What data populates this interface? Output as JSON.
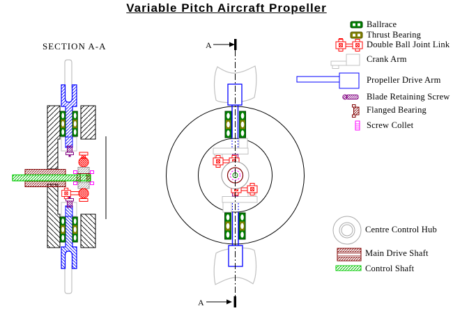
{
  "title": "Variable Pitch Aircraft Propeller",
  "section_view": {
    "label": "SECTION A-A"
  },
  "front_view": {
    "marker_top": "A",
    "marker_bottom": "A"
  },
  "legend": {
    "items": [
      {
        "label": "Ballrace",
        "icon": "ballrace-icon",
        "color": "#008000"
      },
      {
        "label": "Thrust Bearing",
        "icon": "thrust-bearing-icon",
        "color": "#808000"
      },
      {
        "label": "Double Ball Joint Link",
        "icon": "double-ball-joint-link-icon",
        "color": "#FF0000"
      },
      {
        "label": "Crank Arm",
        "icon": "crank-arm-icon",
        "color": "#C0C0C0"
      },
      {
        "label": "Propeller Drive Arm",
        "icon": "propeller-drive-arm-icon",
        "color": "#0000FF"
      },
      {
        "label": "Blade Retaining Screw",
        "icon": "blade-retaining-screw-icon",
        "color": "#800080"
      },
      {
        "label": "Flanged Bearing",
        "icon": "flanged-bearing-icon",
        "color": "#800000"
      },
      {
        "label": "Screw Collet",
        "icon": "screw-collet-icon",
        "color": "#FF00FF"
      },
      {
        "label": "Centre Control Hub",
        "icon": "centre-control-hub-icon",
        "color": "#A0A0A0"
      },
      {
        "label": "Main Drive Shaft",
        "icon": "main-drive-shaft-icon",
        "color": "#800000"
      },
      {
        "label": "Control Shaft",
        "icon": "control-shaft-icon",
        "color": "#00CC00"
      }
    ]
  },
  "colors": {
    "background": "#FFFFFF",
    "outline": "#000000",
    "ballrace": "#008000",
    "thrust_bearing": "#808000",
    "ball_joint_link": "#FF0000",
    "crank_arm": "#C0C0C0",
    "propeller_drive_arm": "#0000FF",
    "blade_retaining_screw": "#800080",
    "flanged_bearing": "#800000",
    "screw_collet": "#FF00FF",
    "centre_control_hub": "#A0A0A0",
    "main_drive_shaft": "#800000",
    "control_shaft": "#00CC00"
  }
}
